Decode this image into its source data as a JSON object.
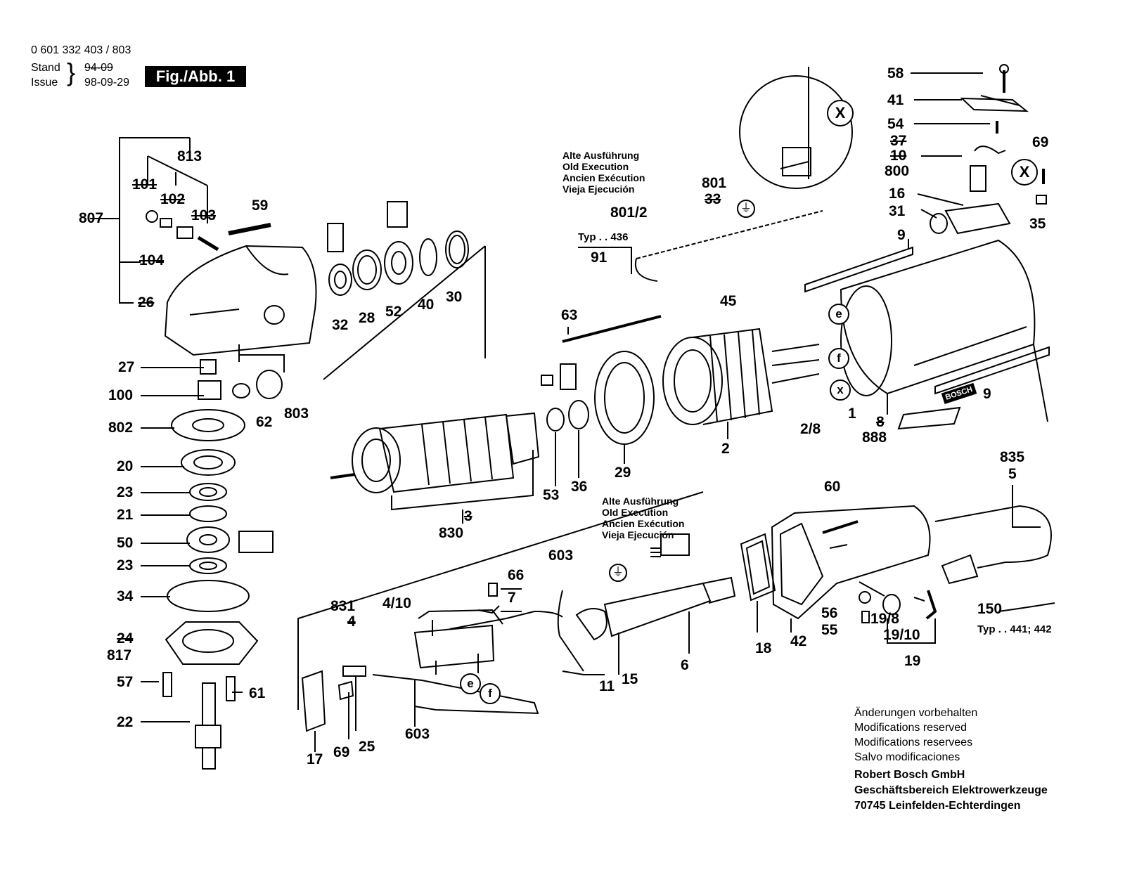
{
  "header": {
    "part_number": "0 601 332 403 / 803",
    "stand_label": "Stand",
    "issue_label": "Issue",
    "old_date": "94-09",
    "issue_date": "98-09-29",
    "figure_label": "Fig./Abb. 1"
  },
  "old_execution_note": [
    "Alte Ausführung",
    "Old Execution",
    "Ancien Exécution",
    "Vieja Ejecución"
  ],
  "typ_436": "Typ . . 436",
  "typ_441_442": "Typ . . 441; 442",
  "labels": {
    "p813": "813",
    "p807": "807",
    "p101": "101",
    "p102": "102",
    "p103": "103",
    "p104": "104",
    "p26": "26",
    "p59": "59",
    "p32": "32",
    "p28": "28",
    "p52": "52",
    "p40": "40",
    "p30": "30",
    "p27": "27",
    "p100": "100",
    "p62": "62",
    "p803": "803",
    "p802": "802",
    "p20": "20",
    "p23a": "23",
    "p21": "21",
    "p50": "50",
    "p23b": "23",
    "p34": "34",
    "p24": "24",
    "p817": "817",
    "p57": "57",
    "p61": "61",
    "p22": "22",
    "p801": "801",
    "p33": "33",
    "p801_2": "801/2",
    "p91": "91",
    "p45": "45",
    "p63": "63",
    "p830": "830",
    "p3": "3",
    "p53": "53",
    "p36": "36",
    "p29": "29",
    "p2": "2",
    "p2_8": "2/8",
    "p1": "1",
    "p9a": "9",
    "p9b": "9",
    "p8": "8",
    "p888": "888",
    "p58": "58",
    "p41": "41",
    "p54": "54",
    "p37": "37",
    "p10": "10",
    "p800": "800",
    "p16": "16",
    "p31": "31",
    "p69a": "69",
    "p35": "35",
    "p60": "60",
    "p835": "835",
    "p5": "5",
    "p603a": "603",
    "p66": "66",
    "p7": "7",
    "p831": "831",
    "p4_10": "4/10",
    "p4": "4",
    "p11": "11",
    "p15": "15",
    "p6": "6",
    "p18": "18",
    "p42": "42",
    "p56": "56",
    "p55": "55",
    "p19_8": "19/8",
    "p19_10": "19/10",
    "p19": "19",
    "p150": "150",
    "p17": "17",
    "p69b": "69",
    "p25": "25",
    "p603b": "603"
  },
  "circled": {
    "e": "e",
    "f": "f",
    "x": "x",
    "X": "X"
  },
  "footer_notes": [
    "Änderungen vorbehalten",
    "Modifications reserved",
    "Modifications reservees",
    "Salvo modificaciones"
  ],
  "company": [
    "Robert Bosch GmbH",
    "Geschäftsbereich Elektrowerkzeuge",
    "70745 Leinfelden-Echterdingen"
  ],
  "brand_on_housing": "BOSCH"
}
